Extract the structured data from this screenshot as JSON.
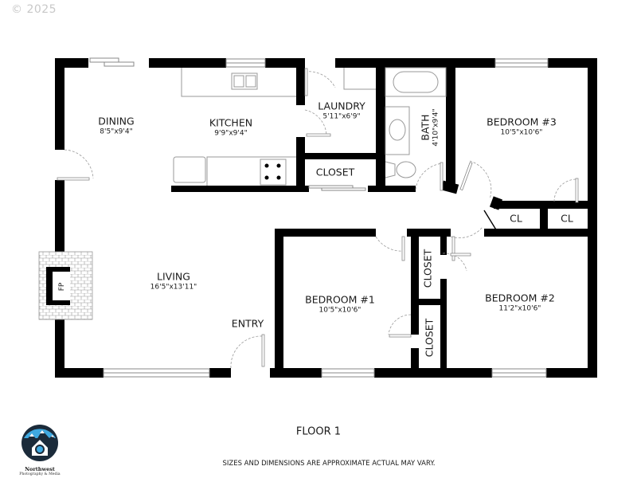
{
  "copyright": "© 2025",
  "floor_title": "FLOOR 1",
  "disclaimer": "SIZES AND DIMENSIONS ARE APPROXIMATE ACTUAL MAY VARY.",
  "logo": {
    "name": "Northwest",
    "subtitle": "Photography & Media",
    "colors": {
      "dark": "#1b2b3a",
      "sky": "#3fa9e0",
      "snow": "#ffffff"
    }
  },
  "colors": {
    "wall": "#000000",
    "fixture": "#999999",
    "door_swing": "#9a9a9a",
    "background": "#ffffff"
  },
  "rooms": {
    "dining": {
      "name": "DINING",
      "dims": "8'5\"x9'4\""
    },
    "kitchen": {
      "name": "KITCHEN",
      "dims": "9'9\"x9'4\""
    },
    "laundry": {
      "name": "LAUNDRY",
      "dims": "5'11\"x6'9\""
    },
    "bath": {
      "name": "BATH",
      "dims": "4'10\"x9'4\""
    },
    "bedroom3": {
      "name": "BEDROOM #3",
      "dims": "10'5\"x10'6\""
    },
    "closet_laundry": {
      "name": "CLOSET"
    },
    "cl1": {
      "name": "CL"
    },
    "cl2": {
      "name": "CL"
    },
    "living": {
      "name": "LIVING",
      "dims": "16'5\"x13'11\""
    },
    "fireplace": {
      "name": "FP"
    },
    "entry": {
      "name": "ENTRY"
    },
    "bedroom1": {
      "name": "BEDROOM #1",
      "dims": "10'5\"x10'6\""
    },
    "closet_a": {
      "name": "CLOSET"
    },
    "closet_b": {
      "name": "CLOSET"
    },
    "bedroom2": {
      "name": "BEDROOM #2",
      "dims": "11'2\"x10'6\""
    }
  }
}
